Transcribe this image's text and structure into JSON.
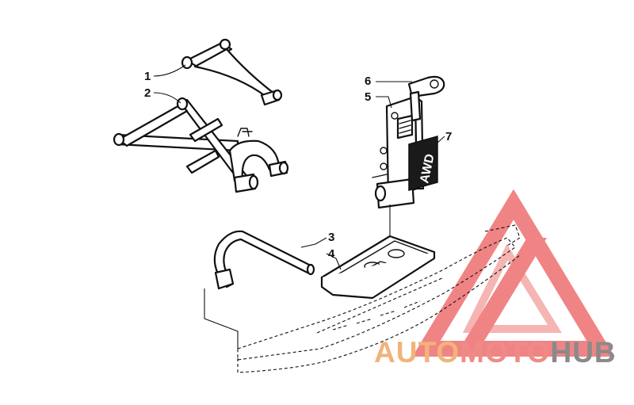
{
  "callouts": [
    {
      "id": "1",
      "label": "1"
    },
    {
      "id": "2",
      "label": "2"
    },
    {
      "id": "3",
      "label": "3"
    },
    {
      "id": "4",
      "label": "4"
    },
    {
      "id": "5",
      "label": "5"
    },
    {
      "id": "6",
      "label": "6"
    },
    {
      "id": "7",
      "label": "7"
    }
  ],
  "watermark": {
    "part1": "AUTO",
    "part2": "MOTO",
    "part3": "HUB",
    "colors": {
      "auto": "#f2b37a",
      "moto": "#f08a86",
      "hub": "#8a8a8a",
      "triangle": "#ee6f6f"
    }
  },
  "decal": {
    "text": "AWD"
  }
}
